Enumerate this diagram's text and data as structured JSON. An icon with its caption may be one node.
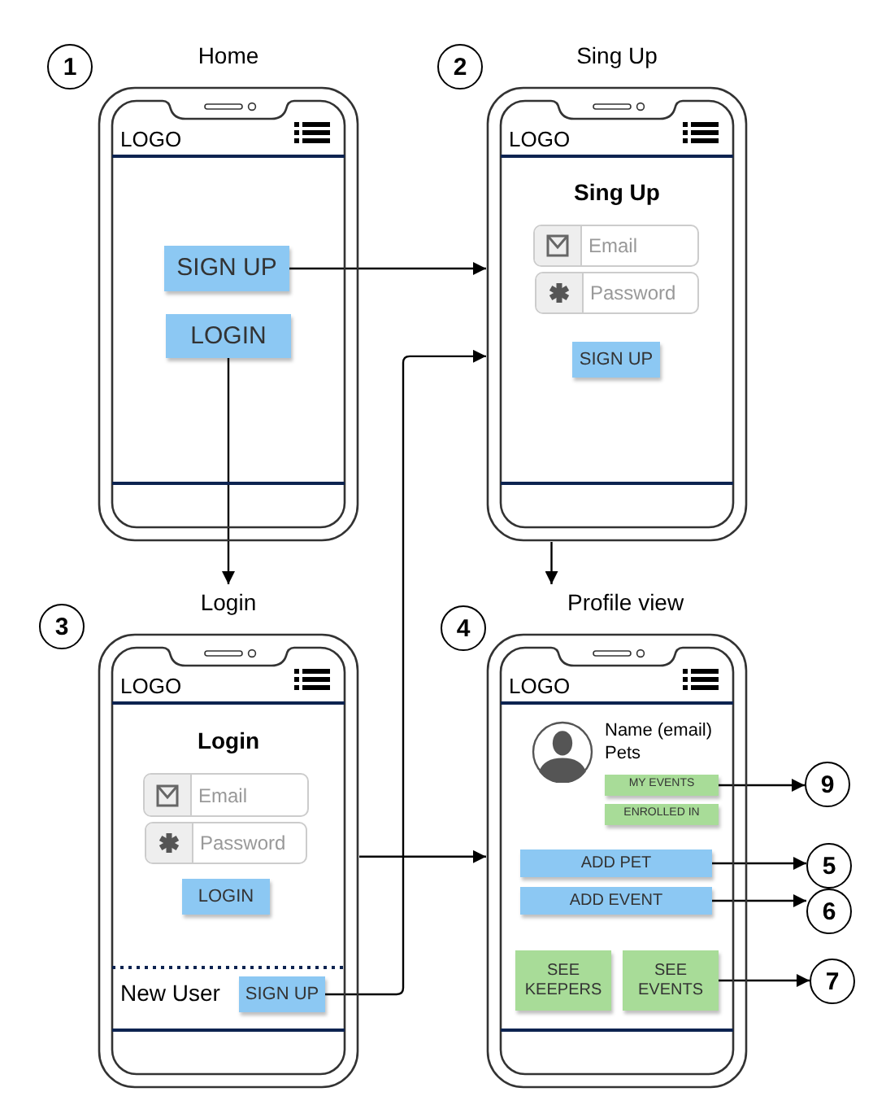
{
  "diagram": {
    "nodes": [
      {
        "text": [
          "1"
        ]
      },
      {
        "text": [
          "Home",
          "LOGO"
        ]
      },
      {
        "text": [
          "SIGN UP"
        ],
        "in": 1
      },
      {
        "text": [
          "LOGIN"
        ],
        "in": 1
      },
      {
        "text": [
          "2"
        ]
      },
      {
        "text": [
          "Sing Up",
          "LOGO",
          "Sing Up"
        ]
      },
      {
        "text": [
          "Email"
        ],
        "in": 5
      },
      {
        "text": [
          "Password"
        ],
        "in": 5
      },
      {
        "text": [
          "SIGN UP"
        ],
        "in": 5
      },
      {
        "text": [
          "3"
        ]
      },
      {
        "text": [
          "Login",
          "LOGO",
          "Login",
          "New User"
        ]
      },
      {
        "text": [
          "Email"
        ],
        "in": 10
      },
      {
        "text": [
          "Password"
        ],
        "in": 10
      },
      {
        "text": [
          "LOGIN"
        ],
        "in": 10
      },
      {
        "text": [
          "SIGN UP"
        ],
        "in": 10
      },
      {
        "text": [
          "4"
        ]
      },
      {
        "text": [
          "Profile view",
          "LOGO",
          "Name (email)",
          "Pets"
        ]
      },
      {
        "text": [
          "MY EVENTS"
        ],
        "in": 16
      },
      {
        "text": [
          "ENROLLED IN"
        ],
        "in": 16
      },
      {
        "text": [
          "ADD PET"
        ],
        "in": 16
      },
      {
        "text": [
          "ADD EVENT"
        ],
        "in": 16
      },
      {
        "text": [
          "SEE KEEPERS"
        ],
        "in": 16
      },
      {
        "text": [
          "SEE EVENTS"
        ],
        "in": 16
      },
      {
        "text": [
          "9"
        ]
      },
      {
        "text": [
          "5"
        ]
      },
      {
        "text": [
          "6"
        ]
      },
      {
        "text": [
          "7"
        ]
      }
    ],
    "edges": [
      {
        "from": 2,
        "to": 5,
        "arrow": "to"
      },
      {
        "from": 3,
        "to": 10,
        "arrow": "to"
      },
      {
        "from": 14,
        "to": 5,
        "arrow": "to"
      },
      {
        "from": 10,
        "to": 16,
        "arrow": "to"
      },
      {
        "from": 5,
        "to": 16,
        "arrow": "to"
      },
      {
        "from": 17,
        "to": 23,
        "arrow": "to"
      },
      {
        "from": 19,
        "to": 24,
        "arrow": "to"
      },
      {
        "from": 20,
        "to": 25,
        "arrow": "to"
      },
      {
        "from": 22,
        "to": 26,
        "arrow": "to"
      }
    ]
  }
}
